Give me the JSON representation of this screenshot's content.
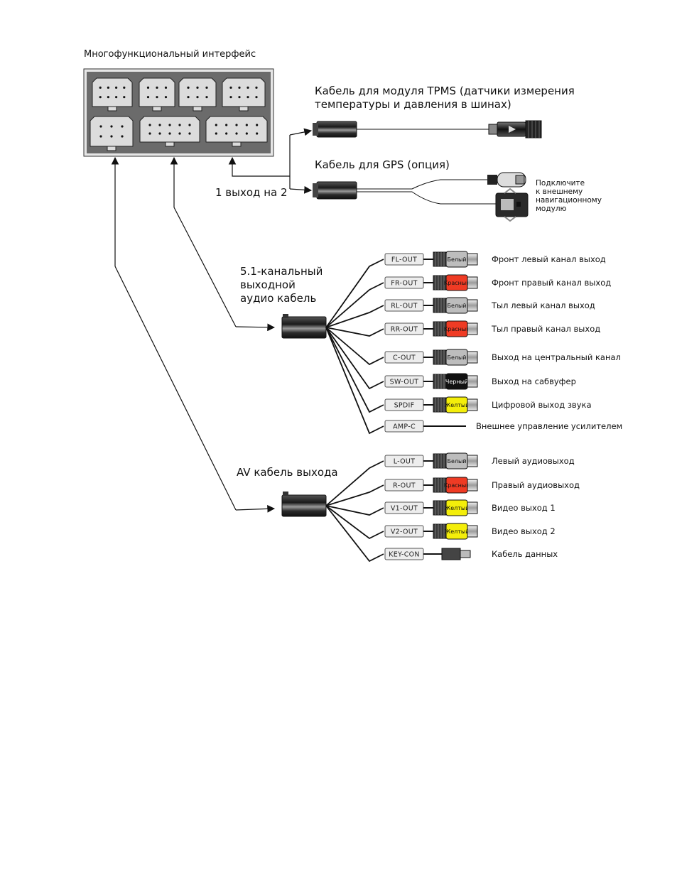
{
  "interface": {
    "title": "Многофункциональный интерфейс"
  },
  "splitter_label": "1 выход на 2",
  "tpms": {
    "title_line1": "Кабель для модуля TPMS (датчики измерения",
    "title_line2": "температуры и давления в шинах)"
  },
  "gps": {
    "title": "Кабель для GPS (опция)",
    "note": [
      "Подключите",
      "к внешнему",
      "навигационному",
      "модулю"
    ]
  },
  "audio51": {
    "title": [
      "5.1-канальный",
      "выходной",
      "аудио кабель"
    ],
    "outputs": [
      {
        "tag": "FL-OUT",
        "color_name": "Белый",
        "color": "#bdbdbd",
        "desc": "Фронт левый канал выход"
      },
      {
        "tag": "FR-OUT",
        "color_name": "Красный",
        "color": "#ef3b24",
        "desc": "Фронт правый канал выход"
      },
      {
        "tag": "RL-OUT",
        "color_name": "Белый",
        "color": "#bdbdbd",
        "desc": "Тыл левый канал выход"
      },
      {
        "tag": "RR-OUT",
        "color_name": "Красный",
        "color": "#ef3b24",
        "desc": "Тыл правый канал выход"
      },
      {
        "tag": "C-OUT",
        "color_name": "Белый",
        "color": "#bdbdbd",
        "desc": "Выход на центральный канал"
      },
      {
        "tag": "SW-OUT",
        "color_name": "Черный",
        "color": "#111111",
        "desc": "Выход на сабвуфер"
      },
      {
        "tag": "SPDIF",
        "color_name": "Желтый",
        "color": "#f4ee0a",
        "desc": "Цифровой выход звука"
      },
      {
        "tag": "AMP-C",
        "color_name": "",
        "color": "",
        "desc": "Внешнее управление усилителем"
      }
    ]
  },
  "av": {
    "title": "AV кабель выхода",
    "outputs": [
      {
        "tag": "L-OUT",
        "color_name": "Белый",
        "color": "#bdbdbd",
        "desc": "Левый аудиовыход"
      },
      {
        "tag": "R-OUT",
        "color_name": "Красный",
        "color": "#ef3b24",
        "desc": "Правый аудиовыход"
      },
      {
        "tag": "V1-OUT",
        "color_name": "Желтый",
        "color": "#f4ee0a",
        "desc": "Видео выход 1"
      },
      {
        "tag": "V2-OUT",
        "color_name": "Желтый",
        "color": "#f4ee0a",
        "desc": "Видео выход 2"
      },
      {
        "tag": "KEY-CON",
        "color_name": "",
        "color": "",
        "desc": "Кабель данных"
      }
    ]
  }
}
